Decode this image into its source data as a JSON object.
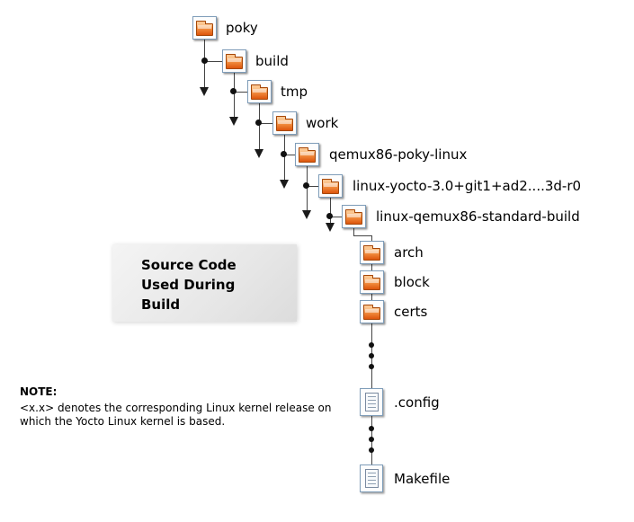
{
  "figure": {
    "chain": [
      {
        "label": "poky"
      },
      {
        "label": "build"
      },
      {
        "label": "tmp"
      },
      {
        "label": "work"
      },
      {
        "label": "qemux86-poky-linux"
      },
      {
        "label": "linux-yocto-3.0+git1+ad2....3d-r0"
      },
      {
        "label": "linux-qemux86-standard-build"
      }
    ],
    "children": [
      {
        "label": "arch"
      },
      {
        "label": "block"
      },
      {
        "label": "certs"
      },
      {
        "label": ".config"
      },
      {
        "label": "Makefile"
      }
    ],
    "callout": {
      "line1": "Source Code",
      "line2": "Used During",
      "line3": "Build"
    },
    "note": {
      "title": "NOTE:",
      "line1": "<x.x> denotes the corresponding Linux kernel release on",
      "line2": "which the Yocto Linux kernel is based."
    },
    "colors": {
      "folder_orange_top": "#fbc690",
      "folder_orange_bottom": "#dd550c",
      "frame_border": "#7f9db9",
      "connector": "#444444",
      "callout_bg": "#e7e7e7"
    }
  }
}
